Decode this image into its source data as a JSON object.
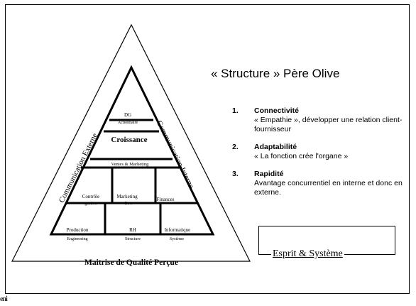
{
  "slide": {
    "title": "« Structure » Père Olive",
    "principles": [
      {
        "number": "1.",
        "heading": "Connectivité",
        "text": "« Empathie », développer une relation client-fournisseur"
      },
      {
        "number": "2.",
        "heading": "Adaptabilité",
        "text": "« La fonction crée l'organe »"
      },
      {
        "number": "3.",
        "heading": "Rapidité",
        "text": "Avantage concurrentiel en interne et donc en externe."
      }
    ],
    "esprit_label": "Esprit & Système",
    "logo_fragment": "eni"
  },
  "diagram": {
    "outer_left_label": "Communication Externe",
    "outer_right_label": "Communication Interne",
    "outer_bottom_label": "Maitrise de Qualité Perçue",
    "levels": {
      "top_title": "DG",
      "top_sub": "Actionnaire",
      "growth": "Croissance",
      "sales": "Ventes & Marketing",
      "row4": [
        {
          "title": "Contrôle",
          "sub": "gestion"
        },
        {
          "title": "Marketing",
          "sub": "Dev."
        },
        {
          "title": "Finances",
          "sub": ""
        }
      ],
      "row5": [
        {
          "title": "Production",
          "sub": "Engineering"
        },
        {
          "title": "RH",
          "sub": "Structure"
        },
        {
          "title": "Informatique",
          "sub": "Système"
        }
      ]
    }
  }
}
